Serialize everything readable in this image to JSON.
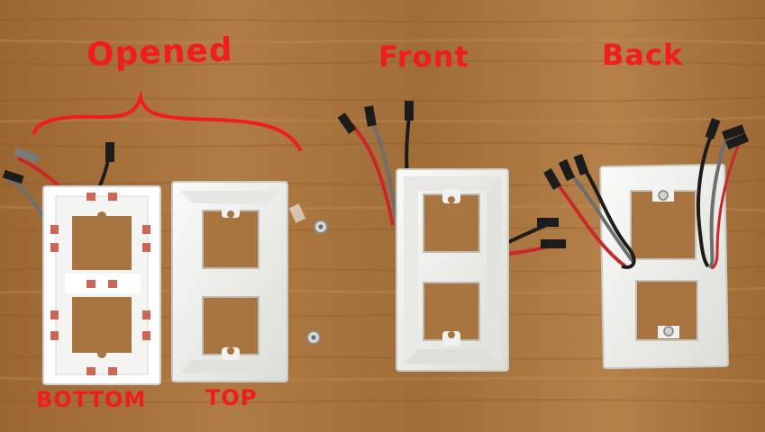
{
  "labels": {
    "opened": "Opened",
    "front": "Front",
    "back": "Back",
    "bottom": "BOTTOM",
    "top": "TOP"
  },
  "colors": {
    "wood": "#a8743f",
    "plastic": "#f1f1ef",
    "pcb": "#ffffff",
    "ink": "#f01c22",
    "wire_red": "#c8282a",
    "wire_black": "#1c1c1c",
    "wire_gray": "#6e6e6e",
    "led": "#cc6655"
  },
  "icons": {
    "led_strip": "led-pcb-icon",
    "frame": "switch-plate-frame-icon",
    "connector": "jumper-pin-icon",
    "screw": "screw-icon"
  }
}
